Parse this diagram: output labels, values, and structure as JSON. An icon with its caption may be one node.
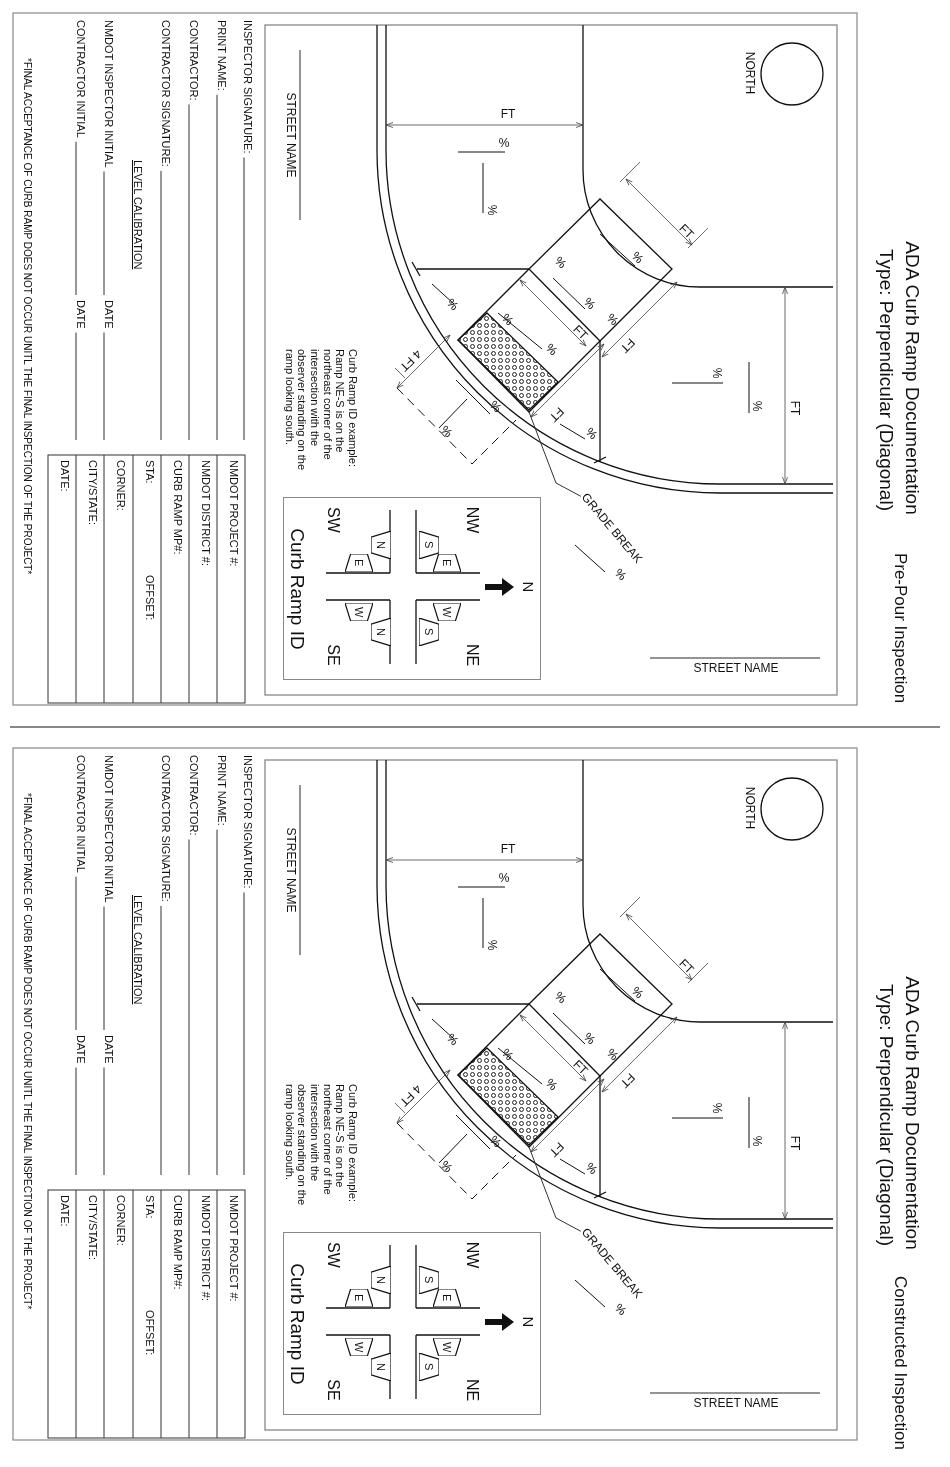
{
  "diagram": {
    "nodes": [
      {
        "text": [
          "Curb Ramp ID"
        ]
      },
      {
        "text": [
          "S"
        ],
        "in": 0
      },
      {
        "text": [
          "E"
        ],
        "in": 0
      },
      {
        "text": [
          "S"
        ],
        "in": 0
      },
      {
        "text": [
          "W"
        ],
        "in": 0
      },
      {
        "text": [
          "N"
        ],
        "in": 0
      },
      {
        "text": [
          "E"
        ],
        "in": 0
      },
      {
        "text": [
          "N"
        ],
        "in": 0
      },
      {
        "text": [
          "W"
        ],
        "in": 0
      },
      {
        "text": [
          "GRADE BREAK"
        ]
      },
      {
        "text": [
          "Curb Ramp ID"
        ]
      },
      {
        "text": [
          "S"
        ],
        "in": 10
      },
      {
        "text": [
          "E"
        ],
        "in": 10
      },
      {
        "text": [
          "S"
        ],
        "in": 10
      },
      {
        "text": [
          "W"
        ],
        "in": 10
      },
      {
        "text": [
          "N"
        ],
        "in": 10
      },
      {
        "text": [
          "E"
        ],
        "in": 10
      },
      {
        "text": [
          "N"
        ],
        "in": 10
      },
      {
        "text": [
          "W"
        ],
        "in": 10
      },
      {
        "text": [
          "GRADE BREAK"
        ]
      }
    ],
    "edges": [
      {
        "from": 9,
        "to": null,
        "arrow": "none"
      },
      {
        "from": 19,
        "to": null,
        "arrow": "none"
      }
    ],
    "labels": [
      "ADA Curb Ramp Documentation",
      "Type: Perpendicular (Diagonal)",
      "Pre-Pour Inspection",
      "NORTH",
      "FT",
      "%",
      "%",
      "FT",
      "%",
      "%",
      "%",
      "%",
      "%",
      "%",
      "FT",
      "FT",
      "%",
      "%",
      "%",
      "FT",
      "4 FT",
      "FT",
      "%",
      "%",
      "%",
      "%",
      "STREET NAME",
      "STREET NAME",
      "Curb Ramp ID example: Ramp NE-S is on the northeast corner of the intersection with the observer standing on the ramp looking south.",
      "NW",
      "NE",
      "SW",
      "SE",
      "N",
      "INSPECTOR SIGNATURE:",
      "PRINT NAME:",
      "CONTRACTOR:",
      "CONTRACTOR SIGNATURE:",
      "LEVEL CALIBRATION",
      "NMDOT INSPECTOR INITIAL",
      "DATE",
      "CONTRACTOR INITIAL",
      "DATE",
      "NMDOT PROJECT #:",
      "NMDOT DISTRICT #:",
      "CURB RAMP MP#:",
      "STA:",
      "OFFSET:",
      "CORNER:",
      "CITY/STATE:",
      "DATE:",
      "*FINAL ACCEPTANCE OF CURB RAMP DOES NOT OCCUR UNITL THE FINAL INSPECTION OF THE PROJECT*",
      "ADA Curb Ramp Documentation",
      "Type: Perpendicular (Diagonal)",
      "Constructed Inspection",
      "NORTH",
      "FT",
      "%",
      "%",
      "FT",
      "%",
      "%",
      "%",
      "%",
      "%",
      "%",
      "FT",
      "FT",
      "%",
      "%",
      "%",
      "FT",
      "4 FT",
      "FT",
      "%",
      "%",
      "%",
      "%",
      "STREET NAME",
      "STREET NAME",
      "Curb Ramp ID example: Ramp NE-S is on the northeast corner of the intersection with the observer standing on the ramp looking south.",
      "NW",
      "NE",
      "SW",
      "SE",
      "N",
      "INSPECTOR SIGNATURE:",
      "PRINT NAME:",
      "CONTRACTOR:",
      "CONTRACTOR SIGNATURE:",
      "LEVEL CALIBRATION",
      "NMDOT INSPECTOR INITIAL",
      "DATE",
      "CONTRACTOR INITIAL",
      "DATE",
      "NMDOT PROJECT #:",
      "NMDOT DISTRICT #:",
      "CURB RAMP MP#:",
      "STA:",
      "OFFSET:",
      "CORNER:",
      "CITY/STATE:",
      "DATE:",
      "*FINAL ACCEPTANCE OF CURB RAMP DOES NOT OCCUR UNITL THE FINAL INSPECTION OF THE PROJECT*"
    ]
  }
}
